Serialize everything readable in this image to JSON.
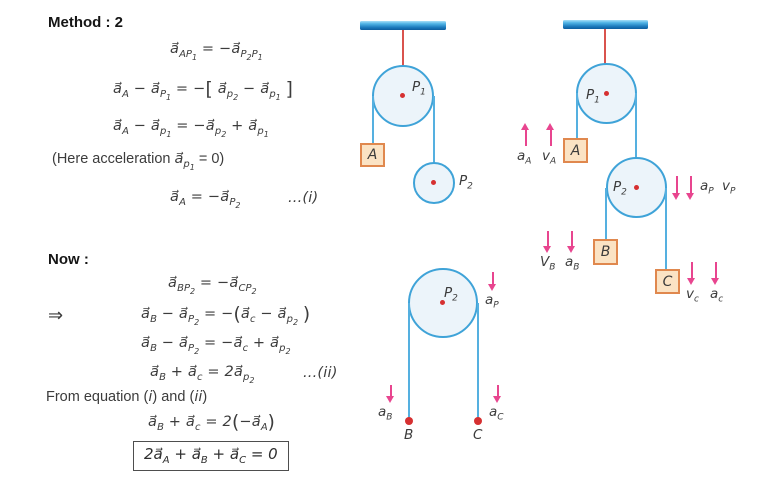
{
  "colors": {
    "rope_blue": "#55b0e0",
    "rope_red": "#d9534e",
    "pulley_stroke": "#3fa3d8",
    "pulley_fill": "#ecf4fa",
    "dot_red": "#d63031",
    "block_fill": "#fbe3c4",
    "block_border": "#e0884e",
    "arrow_magenta": "#e8458f",
    "text": "#3c3c3c"
  },
  "method": {
    "title": "Method : 2",
    "eq_relative": "a⃗<sub>AP<sub>1</sub></sub> = −a⃗<sub>P<sub>2</sub>P<sub>1</sub></sub>",
    "eq_bracket": "a⃗<sub>A</sub> − a⃗<sub>P<sub>1</sub></sub> = −<span class='big'>[</span> a⃗<sub>p<sub>2</sub></sub> − a⃗<sub>p<sub>1</sub></sub> <span class='big'>]</span>",
    "eq_expanded": "a⃗<sub>A</sub> − a⃗<sub>p<sub>1</sub></sub> = −a⃗<sub>p<sub>2</sub></sub> + a⃗<sub>p<sub>1</sub></sub>",
    "note": "(Here acceleration <i>a⃗<sub>p<sub>1</sub></sub></i> = 0)",
    "eq_result": "a⃗<sub>A</sub> = −a⃗<sub>P<sub>2</sub></sub>",
    "ref_i": "...(i)"
  },
  "now": {
    "title": "Now :",
    "implies": "⇒",
    "eq_relative": "a⃗<sub>BP<sub>2</sub></sub> = −a⃗<sub>CP<sub>2</sub></sub>",
    "eq_paren": "a⃗<sub>B</sub> − a⃗<sub>P<sub>2</sub></sub> = −<span class='big'>(</span>a⃗<sub>c</sub> − a⃗<sub>p<sub>2</sub></sub> <span class='big'>)</span>",
    "eq_expanded": "a⃗<sub>B</sub> − a⃗<sub>P<sub>2</sub></sub> = −a⃗<sub>c</sub> + a⃗<sub>p<sub>2</sub></sub>",
    "eq_sum": "a⃗<sub>B</sub> + a⃗<sub>c</sub> = 2a⃗<sub>p<sub>2</sub></sub>",
    "ref_ii": "...(ii)",
    "from_line": "From equation (<i>i</i>) and (<i>ii</i>)",
    "eq_combined": "a⃗<sub>B</sub> + a⃗<sub>c</sub> = 2<span class='big'>(</span>−a⃗<sub>A</sub><span class='big'>)</span>",
    "boxed": "2a⃗<sub>A</sub> + a⃗<sub>B</sub> + a⃗<sub>C</sub> = 0"
  },
  "diagram_initial": {
    "pulley1_label": "P<sub>1</sub>",
    "pulley2_label": "P<sub>2</sub>",
    "block_a": "A"
  },
  "diagram_system": {
    "pulley1_label": "P<sub>1</sub>",
    "pulley2_label": "P<sub>2</sub>",
    "block_a": "A",
    "block_b": "B",
    "block_c": "C",
    "accel_a": "a<sub>A</sub>",
    "vel_a": "v<sub>A</sub>",
    "accel_p": "a<sub>P</sub>",
    "vel_p": "v<sub>P</sub>",
    "vel_b": "V<sub>B</sub>",
    "accel_b": "a<sub>B</sub>",
    "vel_c": "v<sub>c</sub>",
    "accel_c": "a<sub>c</sub>"
  },
  "diagram_pulley2": {
    "pulley2_label": "P<sub>2</sub>",
    "accel_p": "a<sub>P</sub>",
    "accel_b": "a<sub>B</sub>",
    "accel_c": "a<sub>C</sub>",
    "point_b": "B",
    "point_c": "C"
  }
}
